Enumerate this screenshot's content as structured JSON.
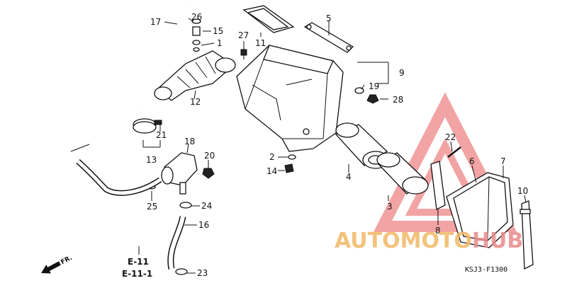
{
  "diagram": {
    "code": "KSJ3-F1300",
    "direction": "FR.",
    "refs": [
      "E-11",
      "E-11-1"
    ],
    "parts": {
      "p1": "1",
      "p2": "2",
      "p3": "3",
      "p4": "4",
      "p5": "5",
      "p6": "6",
      "p7": "7",
      "p8": "8",
      "p9": "9",
      "p10": "10",
      "p11": "11",
      "p12": "12",
      "p13": "13",
      "p14": "14",
      "p15": "15",
      "p16": "16",
      "p17": "17",
      "p18": "18",
      "p19": "19",
      "p20": "20",
      "p21": "21",
      "p22": "22",
      "p23": "23",
      "p24": "24",
      "p25": "25",
      "p26": "26",
      "p27": "27",
      "p28": "28"
    }
  },
  "watermark": {
    "part1": "AUTO",
    "part2": "MOTO",
    "part3": "HUB",
    "colors": {
      "triangle": "#e85a5a",
      "text_warm": "#f2b866",
      "text_red": "#e88a8a"
    }
  }
}
